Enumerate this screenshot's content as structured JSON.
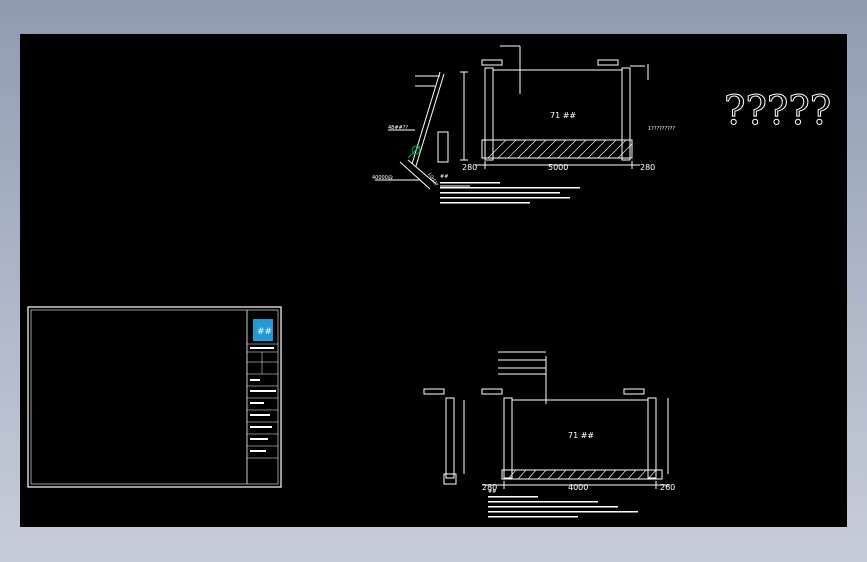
{
  "drawing": {
    "view1": {
      "center_label": "71 ##",
      "dim_left": "280",
      "dim_mid": "5000",
      "dim_right": "280",
      "side_label_a": "48##??",
      "side_label_b": "L0d??",
      "side_label_c": "40000@",
      "right_note": "1?????????",
      "notes_title": "##"
    },
    "view2": {
      "center_label": "71 ##",
      "dim_left": "280",
      "dim_mid": "4000",
      "dim_right": "260",
      "notes_title": "##"
    },
    "question_marks": "?????"
  },
  "title_block": {
    "logo_text": "##"
  },
  "colors": {
    "canvas": "#000000",
    "line": "#ffffff",
    "accent": "#00b050",
    "logo": "#1f9ad6"
  }
}
